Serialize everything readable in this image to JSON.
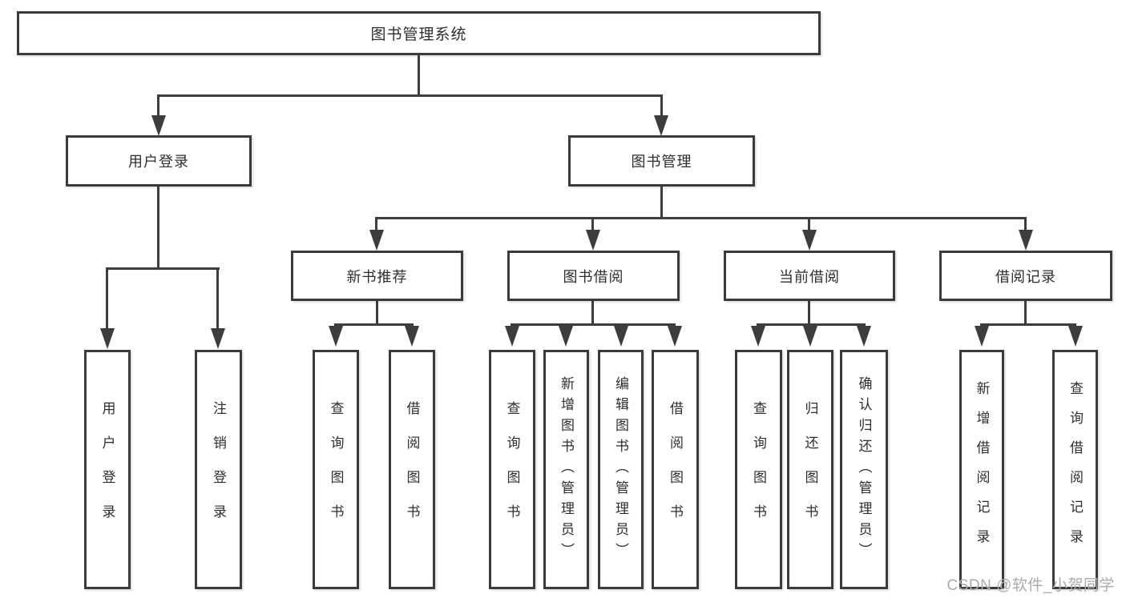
{
  "diagram": {
    "root": {
      "label": "图书管理系统"
    },
    "branches": [
      {
        "label": "用户登录",
        "children": [
          {
            "label": "用户登录"
          },
          {
            "label": "注销登录"
          }
        ]
      },
      {
        "label": "图书管理",
        "sections": [
          {
            "label": "新书推荐",
            "children": [
              {
                "label": "查询图书"
              },
              {
                "label": "借阅图书"
              }
            ]
          },
          {
            "label": "图书借阅",
            "children": [
              {
                "label": "查询图书"
              },
              {
                "label": "新增图书（管理员）"
              },
              {
                "label": "编辑图书（管理员）"
              },
              {
                "label": "借阅图书"
              }
            ]
          },
          {
            "label": "当前借阅",
            "children": [
              {
                "label": "查询图书"
              },
              {
                "label": "归还图书"
              },
              {
                "label": "确认归还（管理员）"
              }
            ]
          },
          {
            "label": "借阅记录",
            "children": [
              {
                "label": "新增借阅记录"
              },
              {
                "label": "查询借阅记录"
              }
            ]
          }
        ]
      }
    ]
  },
  "watermark": {
    "text": "CSDN @软件_小贺同学"
  },
  "colors": {
    "line": "#3d3d3d",
    "box_border": "#3b3b3b",
    "text": "#2e2e2e",
    "watermark": "#ababab",
    "background": "#ffffff"
  }
}
